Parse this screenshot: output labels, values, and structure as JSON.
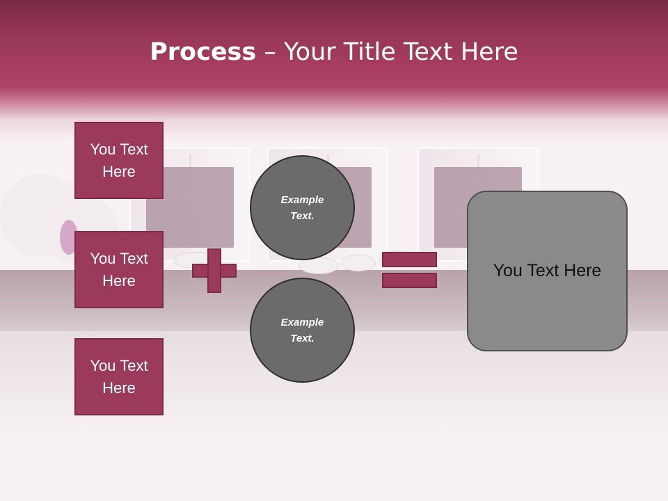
{
  "slide": {
    "title_bold": "Process",
    "title_rest": " – Your Title Text Here",
    "accent_color": "#9b3a5b",
    "header_color": "#a63d5f",
    "circle_color": "#6b6b6b",
    "result_color": "#8a8a8a"
  },
  "left_boxes": [
    {
      "text": "You Text Here"
    },
    {
      "text": "You Text Here"
    },
    {
      "text": "You Text Here"
    }
  ],
  "circles": [
    {
      "text": "Example Text."
    },
    {
      "text": "Example Text."
    }
  ],
  "operators": {
    "plus_icon": "plus-icon",
    "equals_icon": "equals-icon"
  },
  "result_box": {
    "text": "You Text Here"
  }
}
